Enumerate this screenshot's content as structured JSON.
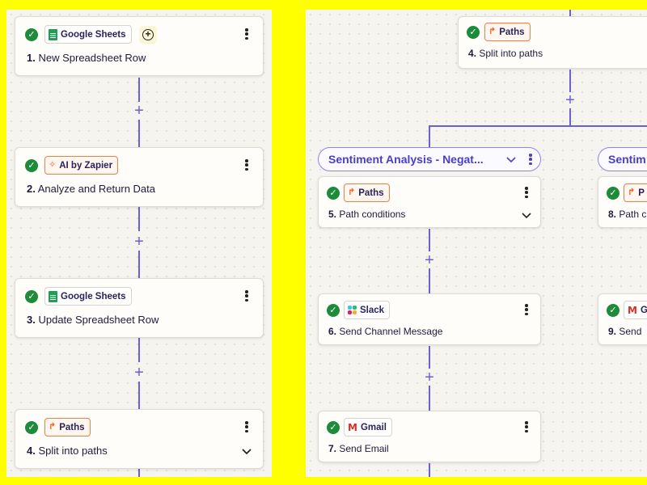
{
  "left_flow": {
    "steps": [
      {
        "app": "Google Sheets",
        "number": "1.",
        "title": "New Spreadsheet Row"
      },
      {
        "app": "AI by Zapier",
        "number": "2.",
        "title": "Analyze and Return Data"
      },
      {
        "app": "Google Sheets",
        "number": "3.",
        "title": "Update Spreadsheet Row"
      },
      {
        "app": "Paths",
        "number": "4.",
        "title": "Split into paths"
      }
    ],
    "add_step_symbol": "+",
    "plus_symbol": "+"
  },
  "right_flow": {
    "root_step": {
      "app": "Paths",
      "number": "4.",
      "title": "Split into paths"
    },
    "branch_a": {
      "name": "Sentiment Analysis - Negat...",
      "steps": [
        {
          "app": "Paths",
          "number": "5.",
          "title": "Path conditions"
        },
        {
          "app": "Slack",
          "number": "6.",
          "title": "Send Channel Message"
        },
        {
          "app": "Gmail",
          "number": "7.",
          "title": "Send Email"
        }
      ]
    },
    "branch_b": {
      "name": "Sentim",
      "steps": [
        {
          "app": "P",
          "number": "8.",
          "title": "Path c"
        },
        {
          "app": "G",
          "number": "9.",
          "title": "Send"
        }
      ]
    },
    "plus_symbol": "+"
  },
  "icons": {
    "check": "✓",
    "paths": "↱",
    "ai": "✧",
    "gmail": "M"
  },
  "colors": {
    "background": "#ffff00",
    "canvas": "#f6f4ef",
    "connector": "#6b5fd3",
    "success": "#1d8b3a",
    "accent_orange": "#ff5a1f",
    "branch_text": "#4a3fc4"
  }
}
